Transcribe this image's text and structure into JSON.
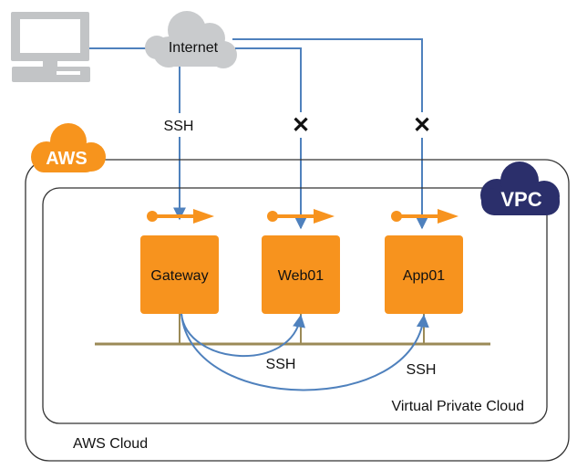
{
  "internet": {
    "label": "Internet"
  },
  "connections": {
    "ssh_label": "SSH",
    "blocked_mark": "✕"
  },
  "aws": {
    "badge_label": "AWS",
    "cloud_label": "AWS Cloud"
  },
  "vpc": {
    "badge_label": "VPC",
    "label": "Virtual Private Cloud"
  },
  "instances": {
    "gateway": "Gateway",
    "web01": "Web01",
    "app01": "App01"
  },
  "internal_ssh": {
    "to_web01": "SSH",
    "to_app01": "SSH"
  },
  "colors": {
    "line_blue": "#4f81bd",
    "instance_orange": "#f7931e",
    "aws_badge": "#f7941d",
    "vpc_badge": "#2b2f6b",
    "subnet_bar": "#9b8a57",
    "cloud_gray": "#c9cbcd",
    "computer_gray": "#c2c4c6"
  }
}
